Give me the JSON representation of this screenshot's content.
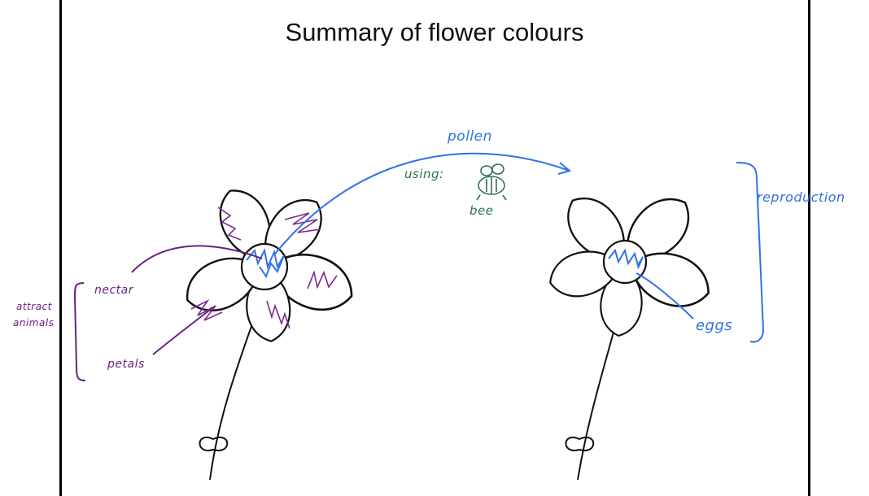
{
  "title": "Summary of flower colours",
  "labels": {
    "pollen": "pollen",
    "using": "using:",
    "bee": "bee",
    "reproduction": "reproduction",
    "eggs": "eggs",
    "nectar": "nectar",
    "petals": "petals",
    "attract": "attract",
    "animals": "animals"
  },
  "colors": {
    "purple": "#6b2280",
    "blue": "#2f72e8",
    "green": "#2f6f55",
    "ink": "#111111"
  },
  "icons": [
    "bee-icon",
    "arrow-icon"
  ]
}
